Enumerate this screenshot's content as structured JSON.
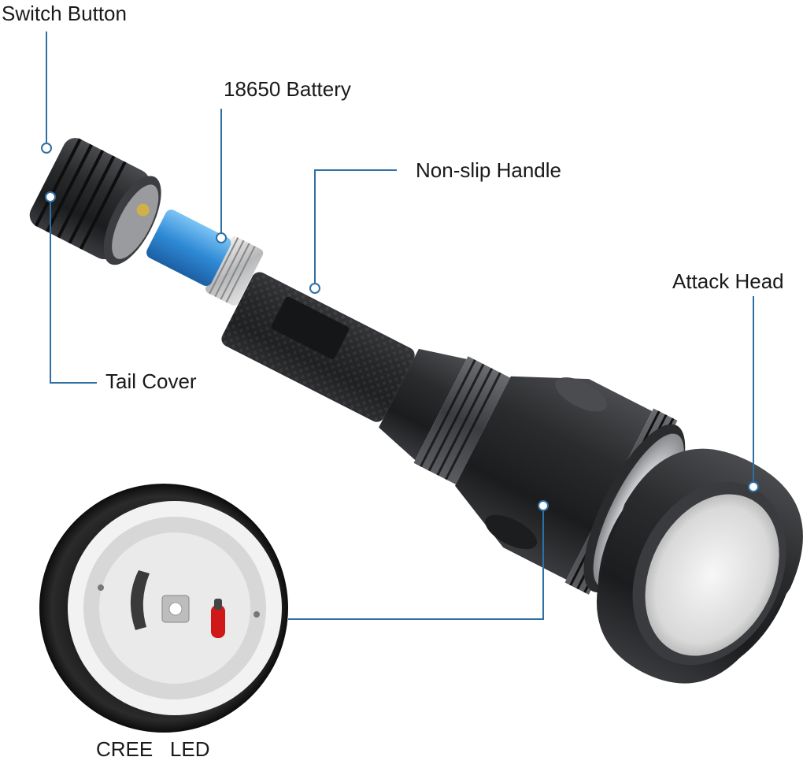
{
  "labels": {
    "switch_button": "Switch Button",
    "battery": "18650 Battery",
    "handle": "Non-slip Handle",
    "attack_head": "Attack Head",
    "tail_cover": "Tail Cover",
    "led": "CREE   LED"
  },
  "colors": {
    "leader_line": "#2f6fa3",
    "battery_wrap": "#3a8fd6",
    "body_metal": "#2b2c2e",
    "led_marker": "#d01818"
  }
}
